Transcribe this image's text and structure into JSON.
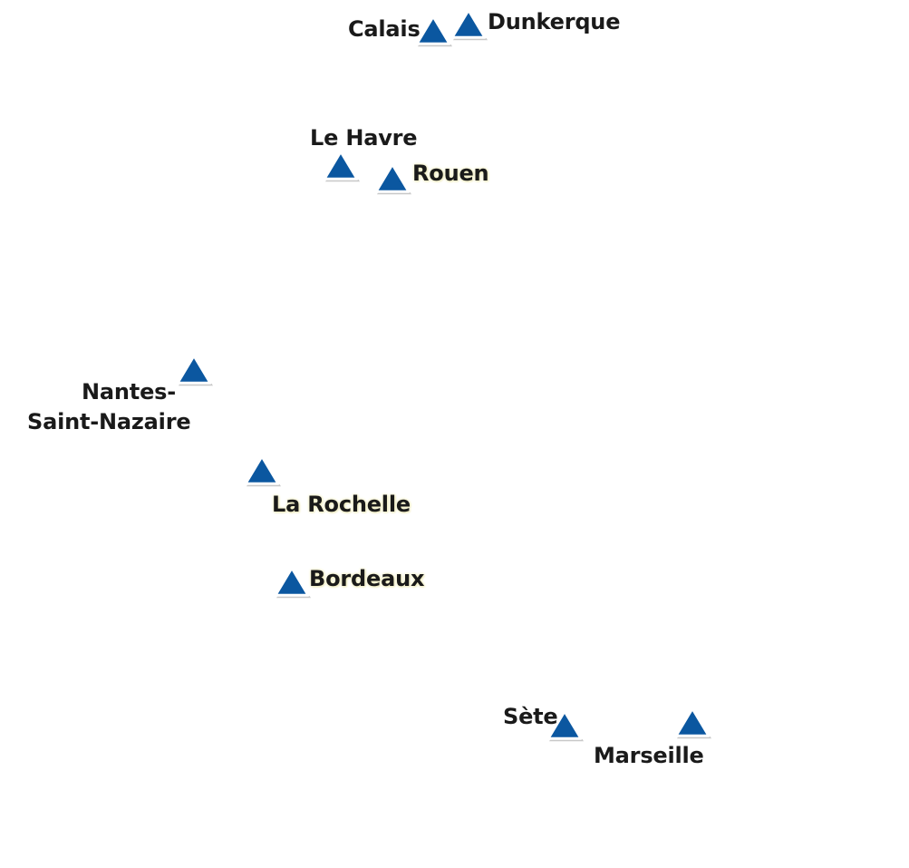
{
  "map": {
    "marker_icon": "triangle-port-icon",
    "marker_color": "#0b57a0",
    "marker_outline": "#ffffff",
    "label_color": "#1a1a1a",
    "highlight_glow": "#f3f0c8"
  },
  "ports": [
    {
      "id": "calais",
      "name": "Calais"
    },
    {
      "id": "dunkerque",
      "name": "Dunkerque"
    },
    {
      "id": "le-havre",
      "name": "Le Havre"
    },
    {
      "id": "rouen",
      "name": "Rouen"
    },
    {
      "id": "nantes",
      "name_line1": "Nantes-",
      "name_line2": "Saint-Nazaire"
    },
    {
      "id": "la-rochelle",
      "name": "La Rochelle"
    },
    {
      "id": "bordeaux",
      "name": "Bordeaux"
    },
    {
      "id": "sete",
      "name": "Sète"
    },
    {
      "id": "marseille",
      "name": "Marseille"
    }
  ]
}
